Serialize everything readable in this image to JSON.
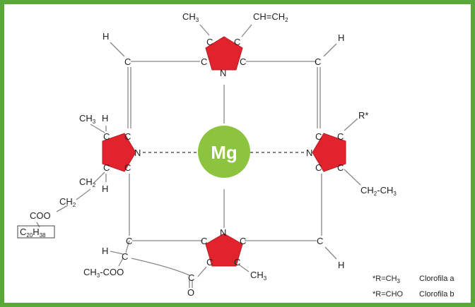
{
  "diagram": {
    "center_atom": "Mg",
    "colors": {
      "frame": "#58a83a",
      "pyrrole_ring": "#e0232d",
      "mg_circle": "#8cc43f",
      "bond": "#888888"
    },
    "labels": {
      "top_ch3": "CH",
      "top_ch3_sub": "3",
      "vinyl": "CH=CH",
      "vinyl_sub": "2",
      "h_top_left": "H",
      "c_top_left": "C",
      "h_top_right": "H",
      "c_top_right": "C",
      "ring_top_c1": "C",
      "ring_top_c2": "C",
      "ring_top_c3": "C",
      "ring_top_c4": "C",
      "ring_top_n": "N",
      "left_ch3": "CH",
      "left_ch3_sub": "3",
      "left_h1": "H",
      "ring_left_c1": "C",
      "ring_left_c2": "C",
      "ring_left_c3": "C",
      "ring_left_c4": "C",
      "ring_left_n": "N",
      "left_ch2": "CH",
      "left_ch2_sub": "2",
      "left_h2": "H",
      "ch2_2": "CH",
      "ch2_2_sub": "2",
      "coo": "COO",
      "phytyl": "C",
      "phytyl_sub1": "20",
      "phytyl_h": "H",
      "phytyl_sub2": "38",
      "r_star": "R*",
      "ring_right_c1": "C",
      "ring_right_c2": "C",
      "ring_right_c3": "C",
      "ring_right_c4": "C",
      "ring_right_n": "N",
      "ethyl": "CH",
      "ethyl_sub": "2",
      "ethyl_tail": "-CH",
      "ethyl_tail_sub": "3",
      "c_bottom_left": "C",
      "c_bottom_right": "C",
      "h_bottom_right": "H",
      "ring_bottom_c1": "C",
      "ring_bottom_c2": "C",
      "ring_bottom_c3": "C",
      "ring_bottom_c4": "C",
      "ring_bottom_n": "N",
      "bottom_ch3": "CH",
      "bottom_ch3_sub": "3",
      "h_bottom_left": "H",
      "c_ester_left": "C",
      "ester": "CH",
      "ester_sub": "3",
      "ester_tail": "-COO",
      "c_keto": "C",
      "o_keto": "O"
    },
    "legend": [
      {
        "prefix": "*R=CH",
        "sub": "3",
        "name": "Clorofila a"
      },
      {
        "prefix": "*R=CHO",
        "sub": "",
        "name": "Clorofila b"
      }
    ]
  }
}
